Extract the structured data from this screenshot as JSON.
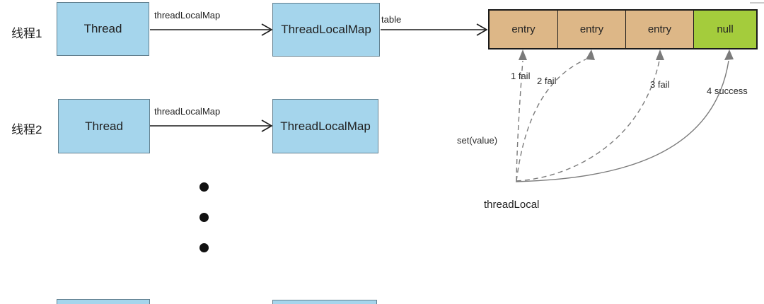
{
  "rows": [
    {
      "row_label": "线程1",
      "thread_box": "Thread",
      "pointer_label": "threadLocalMap",
      "map_box": "ThreadLocalMap",
      "table_pointer_label": "table"
    },
    {
      "row_label": "线程2",
      "thread_box": "Thread",
      "pointer_label": "threadLocalMap",
      "map_box": "ThreadLocalMap"
    }
  ],
  "entry_table": {
    "cells": [
      {
        "label": "entry",
        "type": "entry"
      },
      {
        "label": "entry",
        "type": "entry"
      },
      {
        "label": "entry",
        "type": "entry"
      },
      {
        "label": "null",
        "type": "null"
      }
    ]
  },
  "probes": {
    "origin_label": "set(value)",
    "source_label": "threadLocal",
    "attempts": [
      {
        "label": "1 fail",
        "style": "dashed"
      },
      {
        "label": "2 fail",
        "style": "dashed"
      },
      {
        "label": "3 fail",
        "style": "dashed"
      },
      {
        "label": "4 success",
        "style": "solid"
      }
    ]
  },
  "ellipsis_dot_count": 3,
  "colors": {
    "thread_box_fill": "#A5D5EC",
    "thread_box_border": "#62808F",
    "entry_cell_fill": "#DDB787",
    "null_cell_fill": "#A4CC3C",
    "table_border": "#1a1a1a",
    "main_arrow": "#1a1a1a",
    "probe_arrow": "#7b7b7b"
  }
}
